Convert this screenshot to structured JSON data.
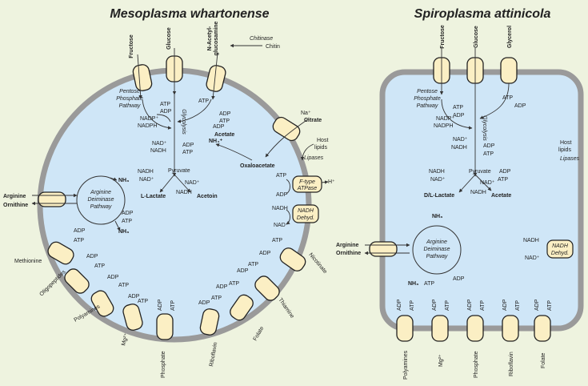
{
  "titles": {
    "left": "Mesoplasma whartonense",
    "right": "Spiroplasma attinicola"
  },
  "left": {
    "inputs": {
      "fructose": "Fructose",
      "glucose": "Glucose",
      "nag1": "N-Acetyl-",
      "nag2": "glucosamine",
      "chitinase": "Chitinase",
      "chitin": "Chitin"
    },
    "ppp": [
      "Pentose",
      "Phosphate",
      "Pathway"
    ],
    "glycolysis": "Glycolysis",
    "cofactors": {
      "atp": "ATP",
      "adp": "ADP",
      "nadp": "NADP⁺",
      "nadph": "NADPH",
      "nad": "NAD⁺",
      "nadh": "NADH",
      "nh4": "NH₄⁺",
      "nh3": "NH₃",
      "h": "H⁺",
      "na": "Na⁺"
    },
    "metabolites": {
      "acetate": "Acetate",
      "oxaloacetate": "Oxaloacetate",
      "citrate": "Citrate",
      "pyruvate": "Pyruvate",
      "llactate": "L-Lactate",
      "acetoin": "Acetoin",
      "arginine": "Arginine",
      "ornithine": "Ornithine"
    },
    "host_lipids": [
      "Host",
      "lipids"
    ],
    "lipases": "Lipases",
    "adi": [
      "Arginine",
      "Deiminase",
      "Pathway"
    ],
    "ftype": [
      "F-type",
      "ATPase"
    ],
    "nadh_dehyd": [
      "NADH",
      "Dehyd."
    ],
    "bottom_transporters": [
      "Methionine",
      "Oligopeptides",
      "Polyamines",
      "Mg²⁺",
      "Phosphate",
      "Riboflavin",
      "Folate",
      "Thiamine",
      "Nicotinate"
    ]
  },
  "right": {
    "inputs": {
      "fructose": "Fructose",
      "glucose": "Glucose",
      "glycerol": "Glycerol"
    },
    "ppp": [
      "Pentose",
      "Phosphate",
      "Pathway"
    ],
    "glycolysis": "Glycolysis",
    "metabolites": {
      "pyruvate": "Pyruvate",
      "dllactate": "D/L-Lactate",
      "acetate": "Acetate",
      "arginine": "Arginine",
      "ornithine": "Ornithine"
    },
    "host_lipids": [
      "Host",
      "lipids"
    ],
    "lipases": "Lipases",
    "adi": [
      "Arginine",
      "Deiminase",
      "Pathway"
    ],
    "nadh_dehyd": [
      "NADH",
      "Dehyd."
    ],
    "bottom_transporters": [
      "Polyamines",
      "Mg²⁺",
      "Phosphate",
      "Riboflavin",
      "Folate"
    ]
  },
  "colors": {
    "background": "#eef3df",
    "cytoplasm": "#cfe6f7",
    "membrane": "#9a9a9a",
    "transporter": "#fbefc4"
  }
}
